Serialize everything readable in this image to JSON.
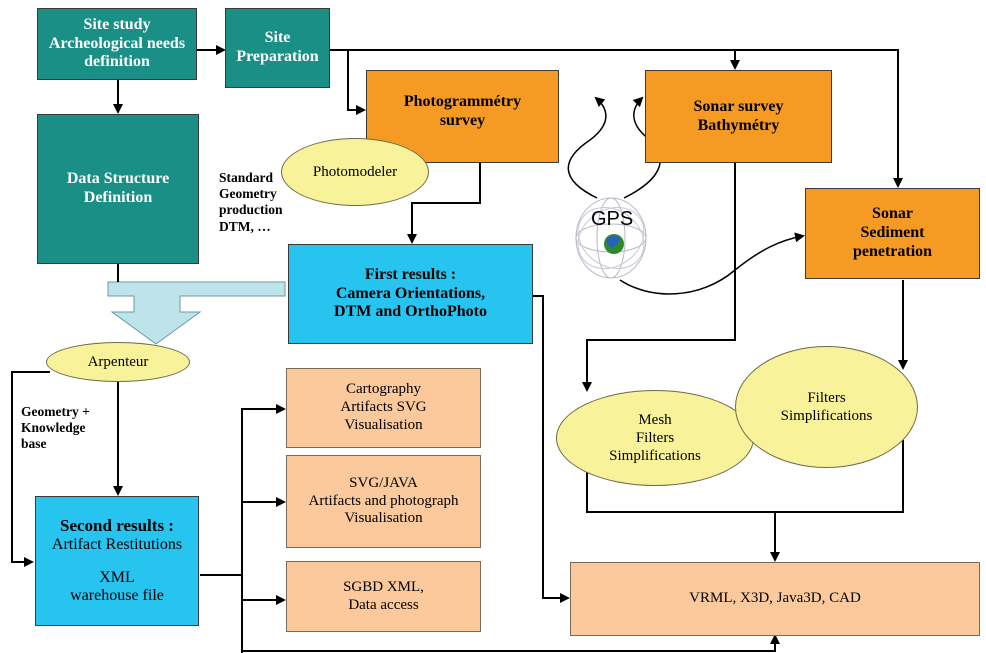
{
  "boxes": {
    "site_study": [
      "Site study",
      "Archeological needs",
      "definition"
    ],
    "site_prep": [
      "Site",
      "Preparation"
    ],
    "photogrammetry": [
      "Photogrammétry",
      "survey"
    ],
    "sonar_survey": [
      "Sonar survey",
      "Bathymétry"
    ],
    "data_structure": [
      "Data Structure",
      "Definition"
    ],
    "sonar_sediment": [
      "Sonar",
      "Sediment",
      "penetration"
    ],
    "first_results": [
      "First results :",
      "Camera Orientations,",
      "DTM and OrthoPhoto"
    ],
    "cartography": [
      "Cartography",
      "Artifacts SVG",
      "Visualisation"
    ],
    "svg_java": [
      "SVG/JAVA",
      "Artifacts and photograph",
      "Visualisation"
    ],
    "sgbd": [
      "SGBD XML,",
      "Data access"
    ],
    "second_results": {
      "title": "Second results :",
      "line1": "Artifact Restitutions",
      "line2": "XML",
      "line3": "warehouse file"
    },
    "vrml": "VRML, X3D, Java3D, CAD"
  },
  "ellipses": {
    "photomodeler": "Photomodeler",
    "arpenteur": "Arpenteur",
    "mesh": [
      "Mesh",
      "Filters",
      "Simplifications"
    ],
    "filters": [
      "Filters",
      "Simplifications"
    ]
  },
  "labels": {
    "standard": [
      "Standard",
      "Geometry",
      "production",
      "DTM, …"
    ],
    "geometry_kb": [
      "Geometry +",
      "Knowledge",
      "base"
    ],
    "gps": "GPS"
  },
  "colors": {
    "teal": "#1a8f86",
    "orange": "#f59a22",
    "blue": "#26c4ef",
    "peach": "#fbc99c",
    "yellow": "#f8f39a",
    "arrow_fill": "#bfe3ea"
  }
}
